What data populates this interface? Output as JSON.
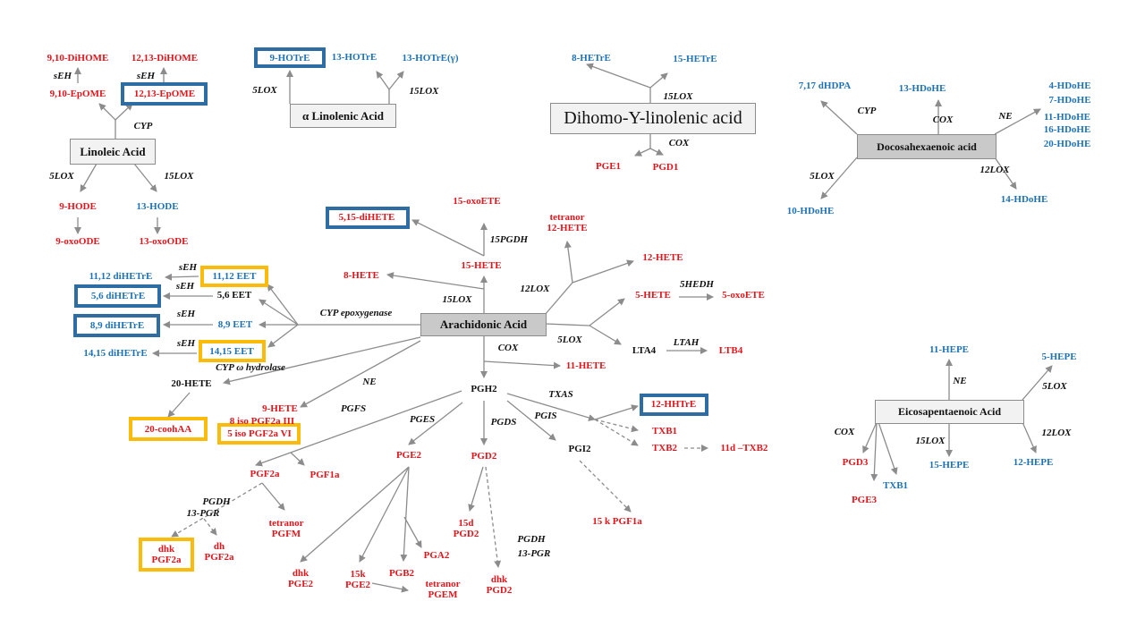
{
  "colors": {
    "product_red": "#e3141b",
    "product_blue": "#1e72b8",
    "highlight_blue": "#2e6da4",
    "highlight_yellow": "#fbbb0b",
    "arrow": "#8c8c8c"
  },
  "linoleic": {
    "name": "Linoleic Acid",
    "enzymes": {
      "cyp": "CYP",
      "seh_a": "sEH",
      "seh_b": "sEH",
      "lox5": "5LOX",
      "lox15": "15LOX"
    },
    "products": {
      "dihome_910": "9,10-DiHOME",
      "dihome_1213": "12,13-DiHOME",
      "epome_910": "9,10-EpOME",
      "epome_1213": "12,13-EpOME",
      "hode_9": "9-HODE",
      "hode_13": "13-HODE",
      "oxoode_9": "9-oxoODE",
      "oxoode_13": "13-oxoODE"
    }
  },
  "alpha_linolenic": {
    "name": "α Linolenic Acid",
    "enzymes": {
      "lox5": "5LOX",
      "lox15": "15LOX"
    },
    "products": {
      "hotre_9": "9-HOTrE",
      "hotre_13": "13-HOTrE",
      "hotre_13g": "13-HOTrE(γ)"
    }
  },
  "dgla": {
    "name": "Dihomo-Y-linolenic acid",
    "enzymes": {
      "lox15": "15LOX",
      "cox": "COX"
    },
    "products": {
      "hetre_8": "8-HETrE",
      "hetre_15": "15-HETrE",
      "pge1": "PGE1",
      "pgd1": "PGD1"
    }
  },
  "dha": {
    "name": "Docosahexaenoic acid",
    "enzymes": {
      "cyp": "CYP",
      "cox": "COX",
      "ne": "NE",
      "lox5": "5LOX",
      "lox12": "12LOX"
    },
    "products": {
      "dhdpa": "7,17 dHDPA",
      "hdohe_13": "13-HDoHE",
      "hdohe_4": "4-HDoHE",
      "hdohe_7": "7-HDoHE",
      "hdohe_11": "11-HDoHE",
      "hdohe_16": "16-HDoHE",
      "hdohe_20": "20-HDoHE",
      "hdohe_10": "10-HDoHE",
      "hdohe_14": "14-HDoHE"
    }
  },
  "arachidonic": {
    "name": "Arachidonic Acid",
    "enzymes": {
      "lox15": "15LOX",
      "pgdh15": "15PGDH",
      "lox12": "12LOX",
      "lox5": "5LOX",
      "hedh5": "5HEDH",
      "ltah": "LTAH",
      "cox": "COX",
      "cyp_epox": "CYP epoxygenase",
      "seh_a": "sEH",
      "seh_b": "sEH",
      "seh_c": "sEH",
      "seh_d": "sEH",
      "cyp_omega": "CYP ω hydrolase",
      "ne": "NE",
      "pgfs": "PGFS",
      "pges": "PGES",
      "pgds": "PGDS",
      "pgis": "PGIS",
      "txas": "TXAS",
      "pgdh_a": "PGDH",
      "pgr_a": "13-PGR",
      "pgdh_b": "PGDH",
      "pgr_b": "13-PGR"
    },
    "products": {
      "hete_15": "15-HETE",
      "oxoete_15": "15-oxoETE",
      "dihete_515": "5,15-diHETE",
      "hete_8": "8-HETE",
      "tetranor_12hete": "tetranor\n12-HETE",
      "hete_12": "12-HETE",
      "hete_5": "5-HETE",
      "oxoete_5": "5-oxoETE",
      "lta4": "LTA4",
      "ltb4": "LTB4",
      "hete_11": "11-HETE",
      "pgh2": "PGH2",
      "eet_1112": "11,12 EET",
      "eet_56": "5,6 EET",
      "eet_89": "8,9 EET",
      "eet_1415": "14,15 EET",
      "dihetre_1112": "11,12 diHETrE",
      "dihetre_56": "5,6 diHETrE",
      "dihetre_89": "8,9 diHETrE",
      "dihetre_1415": "14,15 diHETrE",
      "hete_20": "20-HETE",
      "cooh_aa": "20-coohAA",
      "hete_9": "9-HETE",
      "iso_8": "8 iso PGF2a III",
      "iso_5": "5 iso PGF2a VI",
      "pgf2a": "PGF2a",
      "pgf1a": "PGF1a",
      "pge2": "PGE2",
      "pgd2": "PGD2",
      "pgi2": "PGI2",
      "tetranor_pgfm": "tetranor\nPGFM",
      "dhk_pgf2a": "dhk\nPGF2a",
      "dh_pgf2a": "dh\nPGF2a",
      "dhk_pge2": "dhk\nPGE2",
      "k15_pge2": "15k\nPGE2",
      "pgb2": "PGB2",
      "pga2": "PGA2",
      "tetranor_pgem": "tetranor\nPGEM",
      "d15_pgd2": "15d\nPGD2",
      "dhk_pgd2": "dhk\nPGD2",
      "k15_pgf1a": "15 k PGF1a",
      "hhtre_12": "12-HHTrE",
      "txb1": "TXB1",
      "txb2": "TXB2",
      "d11_txb2": "11d –TXB2"
    }
  },
  "epa": {
    "name": "Eicosapentaenoic Acid",
    "enzymes": {
      "ne": "NE",
      "lox5": "5LOX",
      "cox": "COX",
      "lox15": "15LOX",
      "lox12": "12LOX"
    },
    "products": {
      "hepe_11": "11-HEPE",
      "hepe_5": "5-HEPE",
      "pgd3": "PGD3",
      "txb1": "TXB1",
      "pge3": "PGE3",
      "hepe_15": "15-HEPE",
      "hepe_12": "12-HEPE"
    }
  }
}
